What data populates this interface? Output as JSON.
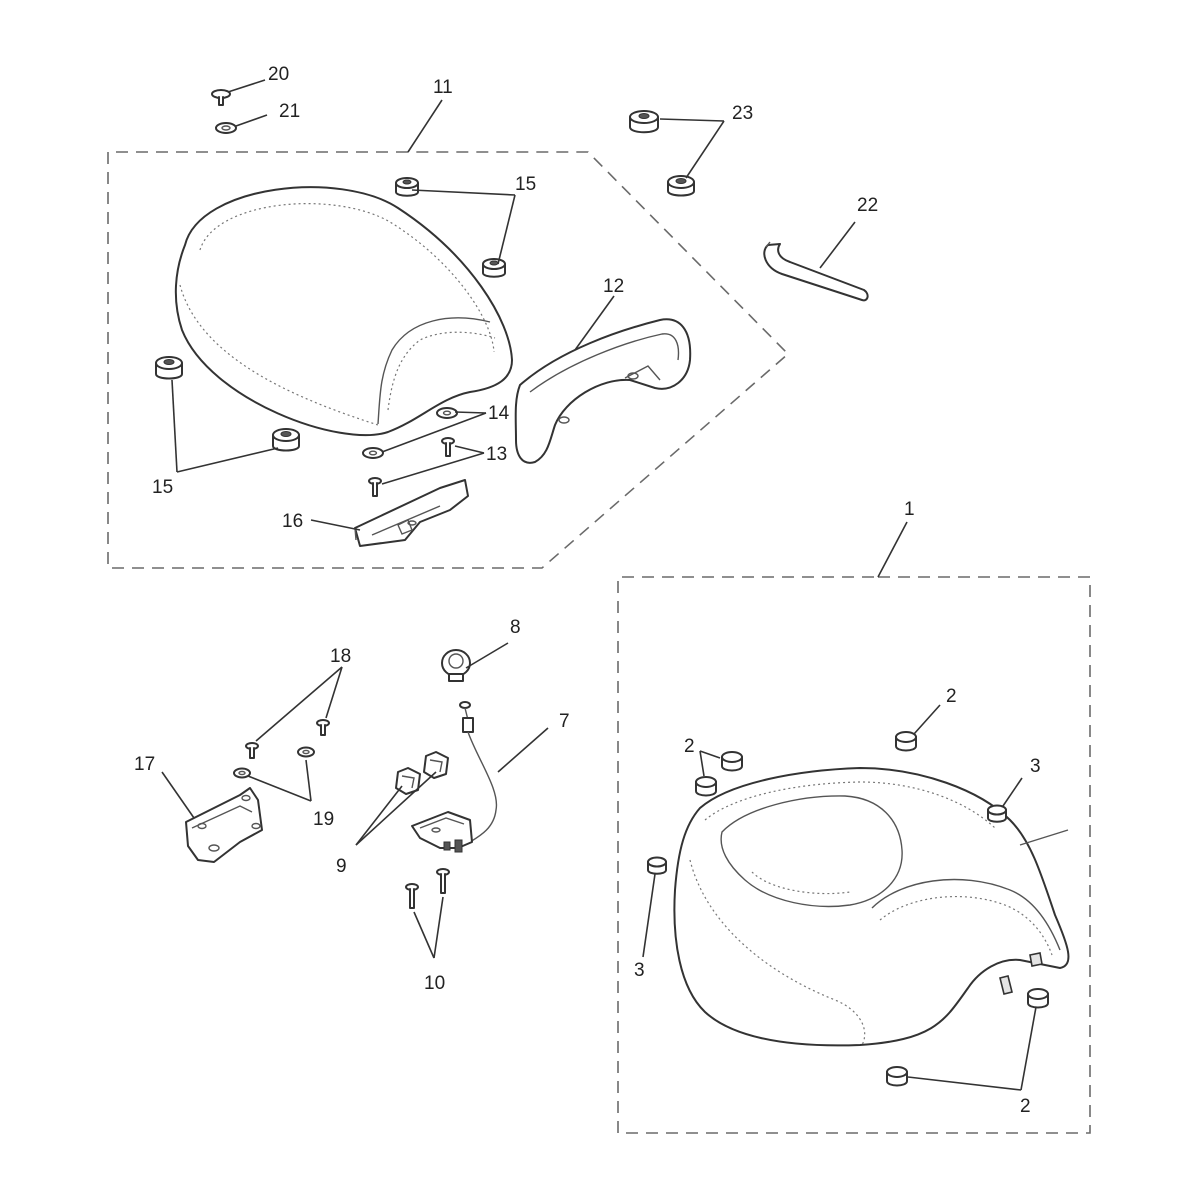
{
  "callouts": {
    "c1": "1",
    "c2a": "2",
    "c2b": "2",
    "c2c": "2",
    "c3a": "3",
    "c3b": "3",
    "c7": "7",
    "c8": "8",
    "c9": "9",
    "c10": "10",
    "c11": "11",
    "c12": "12",
    "c13": "13",
    "c14": "14",
    "c15a": "15",
    "c15b": "15",
    "c16": "16",
    "c17": "17",
    "c18": "18",
    "c19": "19",
    "c20": "20",
    "c21": "21",
    "c22": "22",
    "c23": "23"
  }
}
